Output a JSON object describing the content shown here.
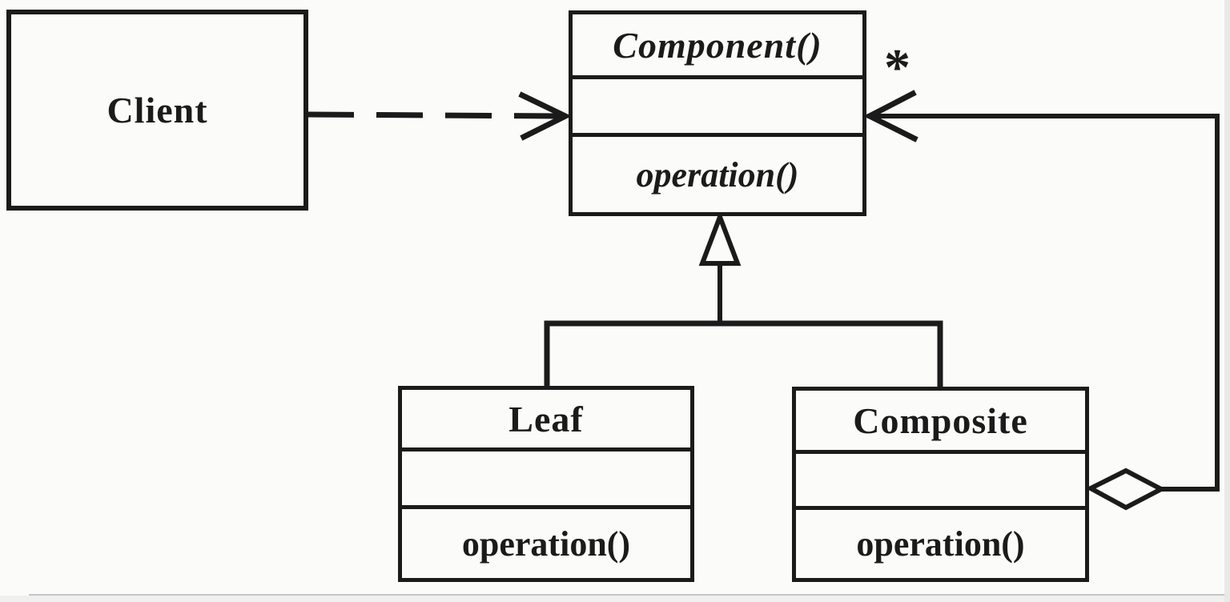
{
  "diagram": {
    "kind": "uml-class-diagram",
    "colors": {
      "background": "#fbfbf9",
      "line": "#1b1b1b"
    },
    "client": {
      "label": "Client"
    },
    "component": {
      "title": "Component()",
      "operation": "operation()"
    },
    "leaf": {
      "title": "Leaf",
      "operation": "operation()"
    },
    "composite": {
      "title": "Composite",
      "operation": "operation()"
    },
    "relations": {
      "multiplicity_label": "*",
      "client_to_component": "dashed-dependency-open-arrow",
      "leaf_and_composite_to_component": "hollow-triangle-inheritance",
      "composite_to_component": "hollow-diamond-aggregation"
    }
  }
}
